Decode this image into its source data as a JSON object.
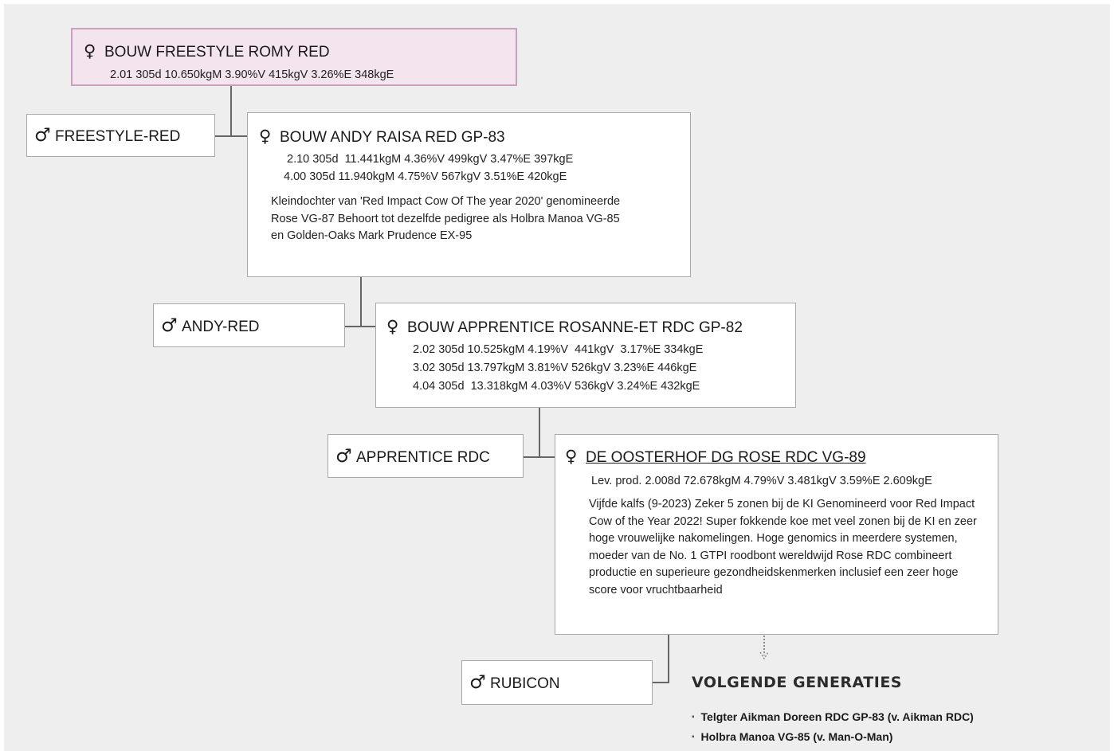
{
  "pedigree": {
    "generation_1": {
      "dam": {
        "name": "BOUW FREESTYLE ROMY RED",
        "stats": [
          "2.01 305d 10.650kgM 3.90%V 415kgV 3.26%E 348kgE"
        ]
      }
    },
    "generation_2": {
      "sire": {
        "name": "FREESTYLE-RED"
      },
      "dam": {
        "name": "BOUW ANDY RAISA RED GP-83",
        "stats": [
          "2.10 305d  11.441kgM 4.36%V 499kgV 3.47%E 397kgE",
          "4.00 305d 11.940kgM 4.75%V 567kgV 3.51%E 420kgE"
        ],
        "description": "Kleindochter van 'Red Impact Cow Of The year 2020' genomineerde Rose VG-87 Behoort tot dezelfde pedigree als Holbra Manoa VG-85 en Golden-Oaks Mark Prudence EX-95"
      }
    },
    "generation_3": {
      "sire": {
        "name": "ANDY-RED"
      },
      "dam": {
        "name": "BOUW APPRENTICE ROSANNE-ET RDC GP-82",
        "stats": [
          "2.02 305d 10.525kgM 4.19%V  441kgV  3.17%E 334kgE",
          "3.02 305d 13.797kgM 3.81%V 526kgV 3.23%E 446kgE",
          "4.04 305d  13.318kgM 4.03%V 536kgV 3.24%E 432kgE"
        ]
      }
    },
    "generation_4": {
      "sire": {
        "name": "APPRENTICE RDC"
      },
      "dam": {
        "name": "DE OOSTERHOF DG ROSE RDC VG-89",
        "stats": [
          "Lev. prod. 2.008d 72.678kgM 4.79%V 3.481kgV 3.59%E 2.609kgE"
        ],
        "description": "Vijfde kalfs (9-2023) Zeker 5 zonen bij de KI Genomineerd voor Red Impact Cow of the Year 2022! Super fokkende koe met veel zonen bij de KI en zeer hoge vrouwelijke nakomelingen. Hoge genomics in meerdere systemen, moeder van de No. 1 GTPI roodbont wereldwijd Rose RDC combineert productie en superieure gezondheidskenmerken inclusief een zeer hoge score voor vruchtbaarheid"
      }
    },
    "generation_5": {
      "sire": {
        "name": "RUBICON"
      }
    }
  },
  "icons": {
    "female": "female-symbol",
    "male": "male-symbol",
    "arrow": "dashed-arrow-down"
  },
  "colors": {
    "background": "#eeeeee",
    "highlight": "#f3e4ee",
    "highlight_border": "#c9a0bf",
    "connector": "#666666"
  },
  "volgende_generaties": {
    "title": "VOLGENDE GENERATIES",
    "items": [
      "Telgter Aikman Doreen RDC GP-83 (v. Aikman RDC)",
      "Holbra Manoa VG-85 (v. Man-O-Man)"
    ]
  }
}
